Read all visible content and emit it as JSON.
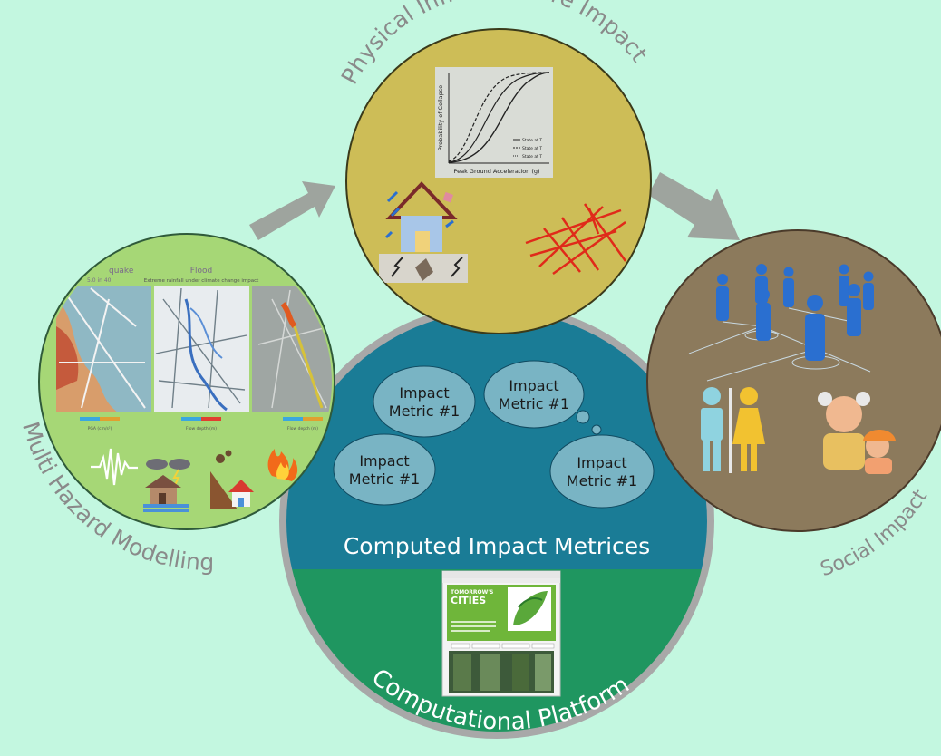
{
  "colors": {
    "background": "#c3f7e0",
    "infrastructure_circle": "#cdbd57",
    "hazard_circle": "#a6d776",
    "social_circle": "#8c7a5c",
    "metrics_band": "#1a7c96",
    "platform_band": "#1f9660",
    "ring": "#a8a8a8",
    "bubble": "#79b4c4",
    "arrow": "#9ea49e",
    "curved_text": "#8a8a8a"
  },
  "labels": {
    "physical_infrastructure": "Physical Infrastructure Impact",
    "multi_hazard": "Multi Hazard Modelling",
    "social_impact": "Social Impact",
    "computational_platform": "Computational Platform",
    "computed_metrics": "Computed Impact Metrices"
  },
  "metric_bubbles": [
    {
      "line1": "Impact",
      "line2": "Metric #1"
    },
    {
      "line1": "Impact",
      "line2": "Metric #1"
    },
    {
      "line1": "Impact",
      "line2": "Metric #1"
    },
    {
      "line1": "Impact",
      "line2": "Metric #1"
    }
  ],
  "fragility_chart": {
    "ylabel": "Probability of Collapse",
    "xlabel": "Peak Ground Acceleration (g)",
    "legend": [
      "State at T",
      "State at T",
      "State at T"
    ]
  },
  "hazard_maps": {
    "titles": [
      "quake",
      "Flood",
      "Debr"
    ],
    "flood_subtitle": "Extreme rainfall under climate change impact",
    "quake_subtitle": "5.0 in 40",
    "captions": [
      "PGA (cm/s²)",
      "Flow depth (m)",
      "Flow depth (m)"
    ]
  },
  "platform_window": {
    "logo_line1": "TOMORROW'S",
    "logo_line2": "CITIES"
  },
  "icons": [
    "seismic-wave-icon",
    "flood-house-icon",
    "landslide-house-icon",
    "fire-icon",
    "damaged-house-icon",
    "road-network-icon",
    "people-network-icon",
    "gender-icon",
    "elderly-child-icon"
  ]
}
